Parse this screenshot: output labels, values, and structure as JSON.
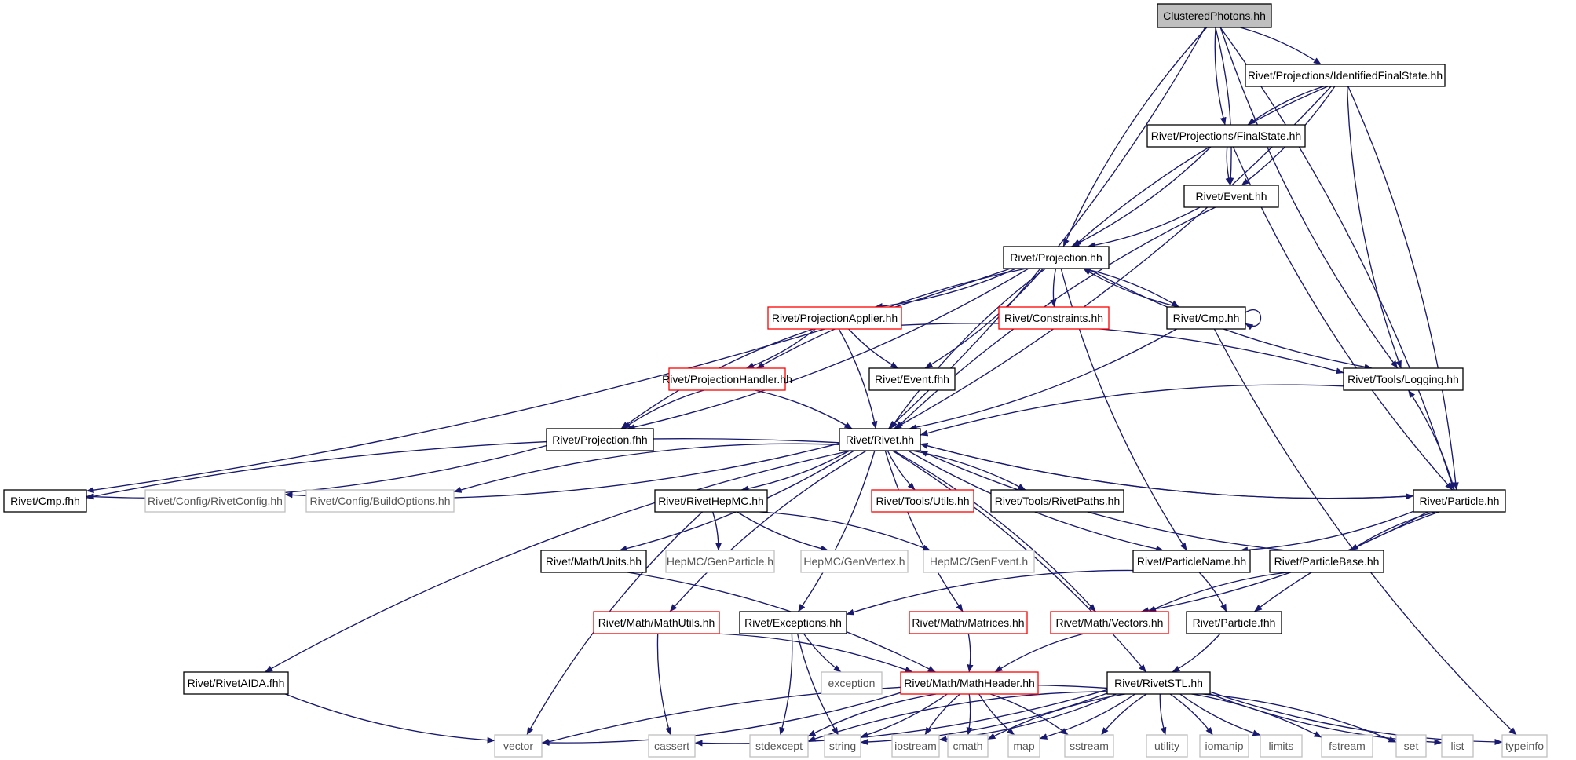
{
  "graph": {
    "colors": {
      "edge": "#191970",
      "normal_border": "#000000",
      "red_border": "#ff0000",
      "gray_border": "#bfbfbf",
      "gray_text": "#555555",
      "root_fill": "#bfbfbf"
    },
    "nodes": [
      {
        "id": "root",
        "label": "ClusteredPhotons.hh",
        "kind": "root"
      },
      {
        "id": "ifs",
        "label": "Rivet/Projections/IdentifiedFinalState.hh",
        "kind": "normal"
      },
      {
        "id": "fs",
        "label": "Rivet/Projections/FinalState.hh",
        "kind": "normal"
      },
      {
        "id": "event",
        "label": "Rivet/Event.hh",
        "kind": "normal"
      },
      {
        "id": "proj",
        "label": "Rivet/Projection.hh",
        "kind": "normal"
      },
      {
        "id": "projapp",
        "label": "Rivet/ProjectionApplier.hh",
        "kind": "red"
      },
      {
        "id": "constraints",
        "label": "Rivet/Constraints.hh",
        "kind": "red"
      },
      {
        "id": "cmp",
        "label": "Rivet/Cmp.hh",
        "kind": "normal"
      },
      {
        "id": "projhandler",
        "label": "Rivet/ProjectionHandler.hh",
        "kind": "red"
      },
      {
        "id": "eventfhh",
        "label": "Rivet/Event.fhh",
        "kind": "normal"
      },
      {
        "id": "logging",
        "label": "Rivet/Tools/Logging.hh",
        "kind": "normal"
      },
      {
        "id": "projfhh",
        "label": "Rivet/Projection.fhh",
        "kind": "normal"
      },
      {
        "id": "rivet",
        "label": "Rivet/Rivet.hh",
        "kind": "normal"
      },
      {
        "id": "cmpfhh",
        "label": "Rivet/Cmp.fhh",
        "kind": "normal"
      },
      {
        "id": "rivetconfig",
        "label": "Rivet/Config/RivetConfig.hh",
        "kind": "gray"
      },
      {
        "id": "buildopts",
        "label": "Rivet/Config/BuildOptions.hh",
        "kind": "gray"
      },
      {
        "id": "rivethepmc",
        "label": "Rivet/RivetHepMC.hh",
        "kind": "normal"
      },
      {
        "id": "utils",
        "label": "Rivet/Tools/Utils.hh",
        "kind": "red"
      },
      {
        "id": "rivetpaths",
        "label": "Rivet/Tools/RivetPaths.hh",
        "kind": "normal"
      },
      {
        "id": "particle",
        "label": "Rivet/Particle.hh",
        "kind": "normal"
      },
      {
        "id": "units",
        "label": "Rivet/Math/Units.hh",
        "kind": "normal"
      },
      {
        "id": "genparticle",
        "label": "HepMC/GenParticle.h",
        "kind": "gray"
      },
      {
        "id": "genvertex",
        "label": "HepMC/GenVertex.h",
        "kind": "gray"
      },
      {
        "id": "genevent",
        "label": "HepMC/GenEvent.h",
        "kind": "gray"
      },
      {
        "id": "particlename",
        "label": "Rivet/ParticleName.hh",
        "kind": "normal"
      },
      {
        "id": "particlebase",
        "label": "Rivet/ParticleBase.hh",
        "kind": "normal"
      },
      {
        "id": "mathutils",
        "label": "Rivet/Math/MathUtils.hh",
        "kind": "red"
      },
      {
        "id": "exceptions",
        "label": "Rivet/Exceptions.hh",
        "kind": "normal"
      },
      {
        "id": "matrices",
        "label": "Rivet/Math/Matrices.hh",
        "kind": "red"
      },
      {
        "id": "vectors",
        "label": "Rivet/Math/Vectors.hh",
        "kind": "red"
      },
      {
        "id": "particlefhh",
        "label": "Rivet/Particle.fhh",
        "kind": "normal"
      },
      {
        "id": "aida",
        "label": "Rivet/RivetAIDA.fhh",
        "kind": "normal"
      },
      {
        "id": "exception",
        "label": "exception",
        "kind": "gray"
      },
      {
        "id": "mathheader",
        "label": "Rivet/Math/MathHeader.hh",
        "kind": "red"
      },
      {
        "id": "rivetstl",
        "label": "Rivet/RivetSTL.hh",
        "kind": "normal"
      },
      {
        "id": "vector",
        "label": "vector",
        "kind": "gray"
      },
      {
        "id": "cassert",
        "label": "cassert",
        "kind": "gray"
      },
      {
        "id": "stdexcept",
        "label": "stdexcept",
        "kind": "gray"
      },
      {
        "id": "string",
        "label": "string",
        "kind": "gray"
      },
      {
        "id": "iostream",
        "label": "iostream",
        "kind": "gray"
      },
      {
        "id": "cmath",
        "label": "cmath",
        "kind": "gray"
      },
      {
        "id": "map",
        "label": "map",
        "kind": "gray"
      },
      {
        "id": "sstream",
        "label": "sstream",
        "kind": "gray"
      },
      {
        "id": "utility",
        "label": "utility",
        "kind": "gray"
      },
      {
        "id": "iomanip",
        "label": "iomanip",
        "kind": "gray"
      },
      {
        "id": "limits",
        "label": "limits",
        "kind": "gray"
      },
      {
        "id": "fstream",
        "label": "fstream",
        "kind": "gray"
      },
      {
        "id": "set",
        "label": "set",
        "kind": "gray"
      },
      {
        "id": "list",
        "label": "list",
        "kind": "gray"
      },
      {
        "id": "typeinfo",
        "label": "typeinfo",
        "kind": "gray"
      }
    ],
    "edges": [
      [
        "root",
        "ifs"
      ],
      [
        "root",
        "fs"
      ],
      [
        "root",
        "event"
      ],
      [
        "root",
        "proj"
      ],
      [
        "root",
        "rivet"
      ],
      [
        "root",
        "logging"
      ],
      [
        "root",
        "particle"
      ],
      [
        "ifs",
        "fs"
      ],
      [
        "ifs",
        "event"
      ],
      [
        "ifs",
        "proj"
      ],
      [
        "ifs",
        "rivet"
      ],
      [
        "ifs",
        "logging"
      ],
      [
        "ifs",
        "particle"
      ],
      [
        "fs",
        "event"
      ],
      [
        "fs",
        "proj"
      ],
      [
        "fs",
        "particle"
      ],
      [
        "event",
        "proj"
      ],
      [
        "event",
        "rivet"
      ],
      [
        "proj",
        "projapp"
      ],
      [
        "proj",
        "constraints"
      ],
      [
        "proj",
        "cmp"
      ],
      [
        "proj",
        "projhandler"
      ],
      [
        "proj",
        "eventfhh"
      ],
      [
        "proj",
        "logging"
      ],
      [
        "proj",
        "projfhh"
      ],
      [
        "proj",
        "rivet"
      ],
      [
        "proj",
        "cmpfhh"
      ],
      [
        "proj",
        "particlename"
      ],
      [
        "cmp",
        "proj"
      ],
      [
        "cmp",
        "cmp"
      ],
      [
        "cmp",
        "rivet"
      ],
      [
        "cmp",
        "typeinfo"
      ],
      [
        "projapp",
        "projhandler"
      ],
      [
        "projapp",
        "eventfhh"
      ],
      [
        "projapp",
        "logging"
      ],
      [
        "projapp",
        "projfhh"
      ],
      [
        "projapp",
        "rivet"
      ],
      [
        "projhandler",
        "projfhh"
      ],
      [
        "projhandler",
        "rivet"
      ],
      [
        "logging",
        "rivet"
      ],
      [
        "projfhh",
        "cmpfhh"
      ],
      [
        "rivet",
        "cmpfhh"
      ],
      [
        "rivet",
        "rivetconfig"
      ],
      [
        "rivet",
        "buildopts"
      ],
      [
        "rivet",
        "rivethepmc"
      ],
      [
        "rivet",
        "utils"
      ],
      [
        "rivet",
        "rivetpaths"
      ],
      [
        "rivet",
        "particle"
      ],
      [
        "rivet",
        "units"
      ],
      [
        "rivet",
        "mathutils"
      ],
      [
        "rivet",
        "exceptions"
      ],
      [
        "rivet",
        "matrices"
      ],
      [
        "rivet",
        "vectors"
      ],
      [
        "rivet",
        "aida"
      ],
      [
        "rivet",
        "rivetstl"
      ],
      [
        "rivet",
        "particlename"
      ],
      [
        "particle",
        "rivet"
      ],
      [
        "particle",
        "logging"
      ],
      [
        "particle",
        "particlename"
      ],
      [
        "particle",
        "particlebase"
      ],
      [
        "particle",
        "vectors"
      ],
      [
        "particle",
        "particlefhh"
      ],
      [
        "particlebase",
        "rivet"
      ],
      [
        "particlebase",
        "vectors"
      ],
      [
        "rivethepmc",
        "genparticle"
      ],
      [
        "rivethepmc",
        "genvertex"
      ],
      [
        "rivethepmc",
        "genevent"
      ],
      [
        "rivethepmc",
        "vector"
      ],
      [
        "units",
        "mathheader"
      ],
      [
        "particlename",
        "exceptions"
      ],
      [
        "particlename",
        "particlefhh"
      ],
      [
        "mathutils",
        "cassert"
      ],
      [
        "mathutils",
        "mathheader"
      ],
      [
        "exceptions",
        "exception"
      ],
      [
        "exceptions",
        "stdexcept"
      ],
      [
        "exceptions",
        "string"
      ],
      [
        "matrices",
        "mathheader"
      ],
      [
        "vectors",
        "mathheader"
      ],
      [
        "particlefhh",
        "rivetstl"
      ],
      [
        "aida",
        "vector"
      ],
      [
        "mathheader",
        "vector"
      ],
      [
        "mathheader",
        "stdexcept"
      ],
      [
        "mathheader",
        "string"
      ],
      [
        "mathheader",
        "iostream"
      ],
      [
        "mathheader",
        "cmath"
      ],
      [
        "mathheader",
        "map"
      ],
      [
        "mathheader",
        "sstream"
      ],
      [
        "rivetstl",
        "typeinfo"
      ],
      [
        "rivetstl",
        "set"
      ],
      [
        "rivetstl",
        "list"
      ],
      [
        "rivetstl",
        "map"
      ],
      [
        "rivetstl",
        "vector"
      ],
      [
        "rivetstl",
        "string"
      ],
      [
        "rivetstl",
        "sstream"
      ],
      [
        "rivetstl",
        "fstream"
      ],
      [
        "rivetstl",
        "limits"
      ],
      [
        "rivetstl",
        "iomanip"
      ],
      [
        "rivetstl",
        "utility"
      ],
      [
        "rivetstl",
        "iostream"
      ],
      [
        "rivetstl",
        "cmath"
      ],
      [
        "rivetstl",
        "cassert"
      ],
      [
        "rivetstl",
        "stdexcept"
      ]
    ]
  }
}
